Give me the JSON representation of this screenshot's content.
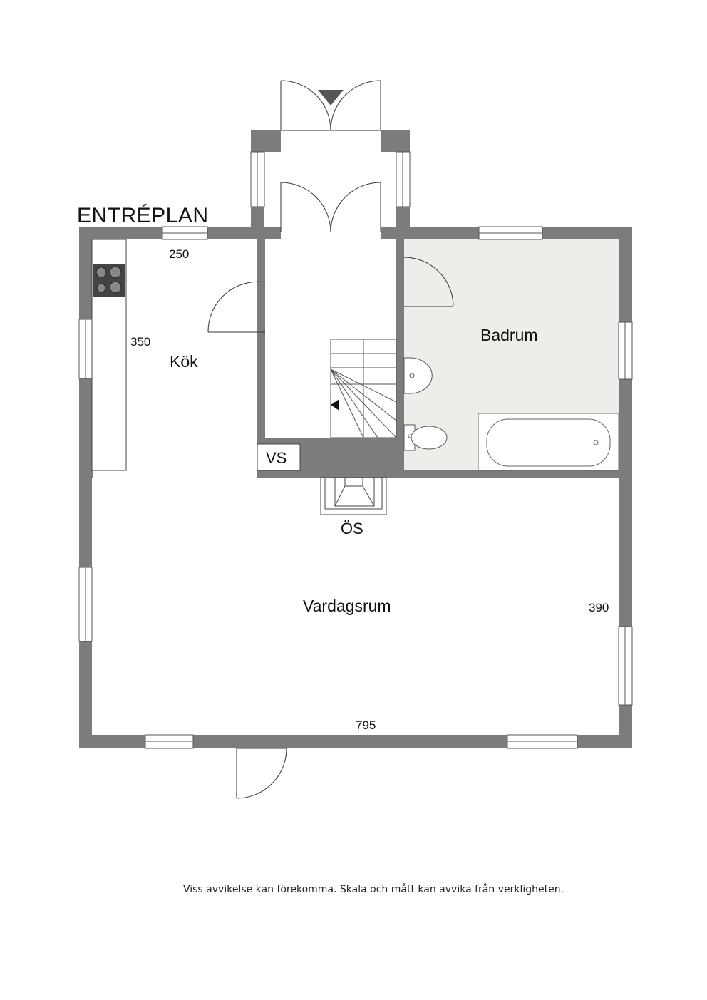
{
  "floor": {
    "title": "ENTRÉPLAN"
  },
  "rooms": {
    "kitchen": "Kök",
    "bathroom": "Badrum",
    "living_room": "Vardagsrum"
  },
  "fixtures": {
    "wc": "VS",
    "stove": "ÖS"
  },
  "dimensions": {
    "kitchen_width": "250",
    "kitchen_depth": "350",
    "living_depth": "390",
    "total_width": "795"
  },
  "disclaimer": "Viss avvikelse kan förekomma. Skala och mått kan avvika från verkligheten.",
  "colors": {
    "wall": "#7b7c7e",
    "bathroom_floor": "#efedea",
    "line": "#333333"
  }
}
